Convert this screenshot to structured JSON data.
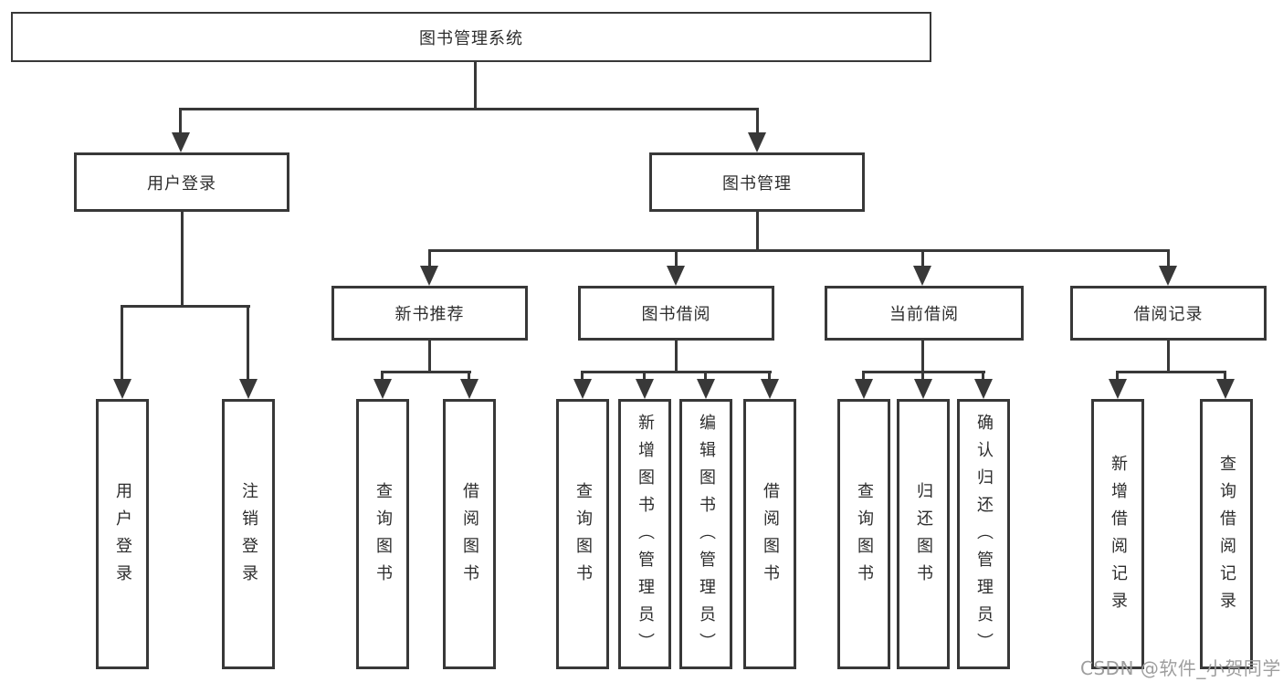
{
  "colors": {
    "line": "#383838",
    "text": "#2d2d2d",
    "watermark": "#9e9e9e",
    "background": "#ffffff"
  },
  "diagram": {
    "root": {
      "label": "图书管理系统"
    },
    "level2": [
      {
        "label": "用户登录"
      },
      {
        "label": "图书管理"
      }
    ],
    "level3": [
      {
        "label": "新书推荐"
      },
      {
        "label": "图书借阅"
      },
      {
        "label": "当前借阅"
      },
      {
        "label": "借阅记录"
      }
    ],
    "leaves": [
      {
        "label": "用户登录"
      },
      {
        "label": "注销登录"
      },
      {
        "label": "查询图书"
      },
      {
        "label": "借阅图书"
      },
      {
        "label": "查询图书"
      },
      {
        "label": "新增图书（管理员）"
      },
      {
        "label": "编辑图书（管理员）"
      },
      {
        "label": "借阅图书"
      },
      {
        "label": "查询图书"
      },
      {
        "label": "归还图书"
      },
      {
        "label": "确认归还（管理员）"
      },
      {
        "label": "新增借阅记录"
      },
      {
        "label": "查询借阅记录"
      }
    ]
  },
  "watermark": {
    "text": "CSDN @软件_小贺同学"
  }
}
